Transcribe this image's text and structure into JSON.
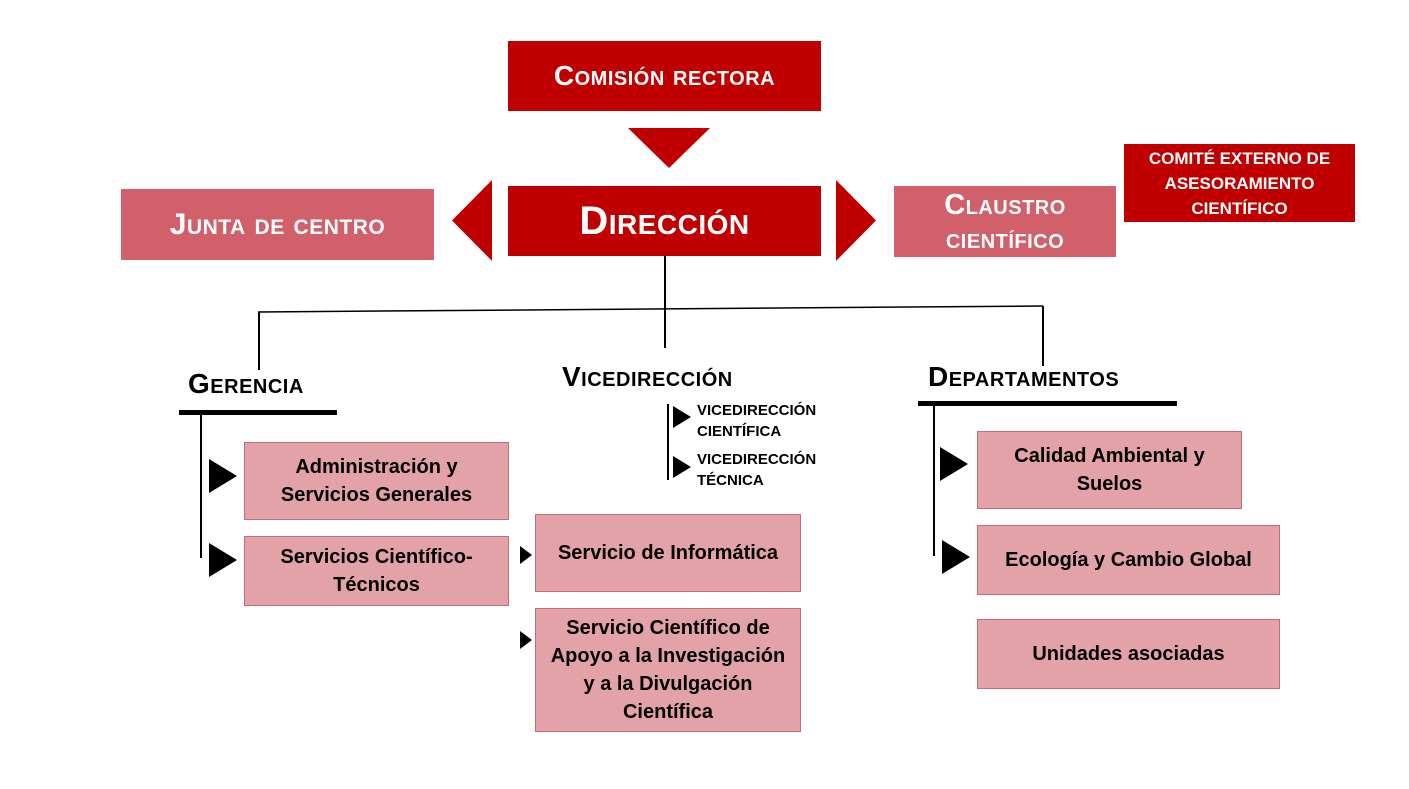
{
  "top": {
    "comision": "Comisión rectora",
    "direccion": "Dirección",
    "junta": "Junta de centro",
    "claustro": "Claustro científico",
    "comite": "COMITÉ EXTERNO DE ASESORAMIENTO CIENTÍFICO"
  },
  "gerencia": {
    "title": "Gerencia",
    "items": [
      "Administración y Servicios Generales",
      "Servicios Científico-Técnicos"
    ],
    "sub_items": [
      "Servicio de Informática",
      "Servicio Científico de Apoyo a la Investigación y a la Divulgación Científica"
    ]
  },
  "vicedireccion": {
    "title": "Vicedirección",
    "items": [
      "VICEDIRECCIÓN CIENTÍFICA",
      "VICEDIRECCIÓN TÉCNICA"
    ]
  },
  "departamentos": {
    "title": "Departamentos",
    "items": [
      "Calidad Ambiental y Suelos",
      "Ecología y Cambio Global",
      "Unidades asociadas"
    ]
  },
  "colors": {
    "dark_red": "#c00000",
    "mid_red": "#d1606b",
    "light_pink": "#e3a2a8",
    "pink_border": "#c76c75"
  }
}
